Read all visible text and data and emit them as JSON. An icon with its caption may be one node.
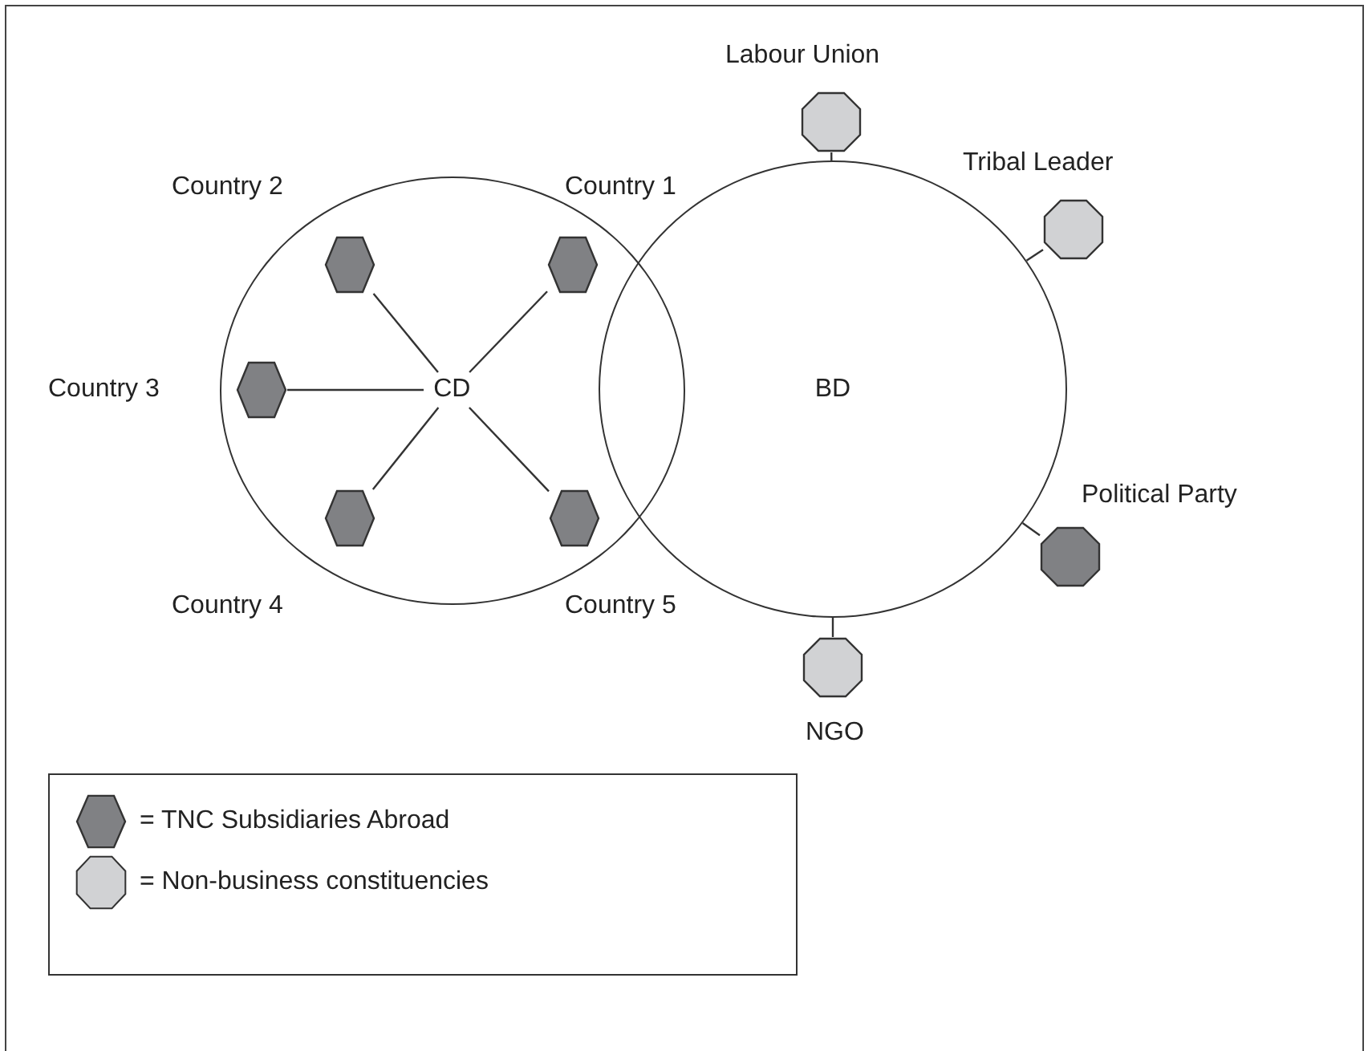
{
  "diagram": {
    "nodes": [
      {
        "text": [],
        "shape": "circle"
      },
      {
        "text": [
          "CD"
        ],
        "in": 0
      },
      {
        "text": [],
        "shape": "hexagon",
        "in": 0
      },
      {
        "text": [],
        "shape": "hexagon",
        "in": 0
      },
      {
        "text": [],
        "shape": "hexagon",
        "in": 0
      },
      {
        "text": [],
        "shape": "hexagon",
        "in": 0
      },
      {
        "text": [],
        "shape": "hexagon",
        "in": 0
      },
      {
        "text": [
          "BD"
        ]
      },
      {
        "text": [],
        "shape": "octagon",
        "beside": [
          "Labour Union"
        ]
      },
      {
        "text": [],
        "shape": "octagon"
      },
      {
        "text": [],
        "shape": "octagon",
        "beside": [
          "Political Party"
        ]
      },
      {
        "text": [],
        "shape": "octagon",
        "beside": [
          "NGO"
        ]
      }
    ],
    "edges": [
      {
        "from": 1,
        "to": 2,
        "arrow": "none"
      },
      {
        "from": 1,
        "to": 3,
        "arrow": "none"
      },
      {
        "from": 1,
        "to": 4,
        "arrow": "none"
      },
      {
        "from": 1,
        "to": 5,
        "arrow": "none"
      },
      {
        "from": 1,
        "to": 6,
        "arrow": "none"
      },
      {
        "from": 7,
        "to": 8,
        "arrow": "none"
      },
      {
        "from": 7,
        "to": 9,
        "arrow": "none"
      },
      {
        "from": 7,
        "to": 10,
        "arrow": "none"
      },
      {
        "from": 7,
        "to": 11,
        "arrow": "none"
      }
    ],
    "labels": [
      "Tribal Leader",
      "Country 2",
      "Country 1",
      "Country 3",
      "Country 4",
      "Country 5"
    ],
    "legend": [
      {
        "text": "= TNC Subsidiaries Abroad",
        "color": "#808184"
      },
      {
        "text": "= Non-business constituencies",
        "color": "#d1d2d4"
      }
    ]
  }
}
